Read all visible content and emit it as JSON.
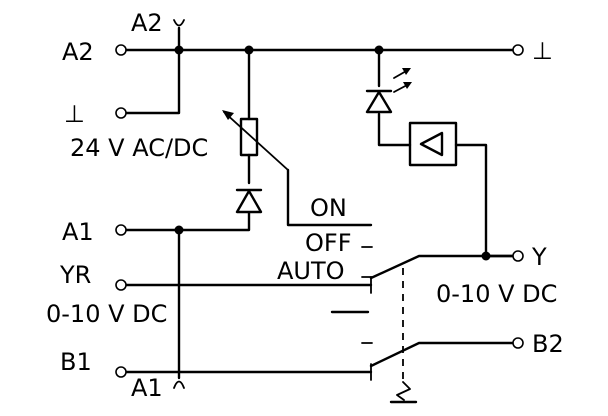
{
  "terminals": {
    "a2_top": "A2",
    "a2_left": "A2",
    "ground_left": "⊥",
    "supply": "24 V AC/DC",
    "a1_left": "A1",
    "yr": "YR",
    "yr_range": "0-10 V DC",
    "b1": "B1",
    "a1_bottom": "A1",
    "ground_right": "⊥",
    "y": "Y",
    "y_range": "0-10 V DC",
    "b2": "B2"
  },
  "switch_positions": {
    "on": "ON",
    "off": "OFF",
    "auto": "AUTO"
  }
}
